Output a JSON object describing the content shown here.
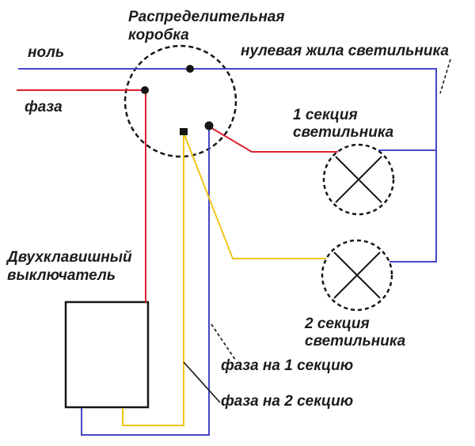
{
  "labels": {
    "junction_box": "Распределительная\nкоробка",
    "neutral_in": "ноль",
    "phase_in": "фаза",
    "lamp_neutral_wire": "нулевая жила светильника",
    "lamp_section1": "1 секция\nсветильника",
    "lamp_section2": "2 секция\nсветильника",
    "switch": "Двухклавишный\nвыключатель",
    "phase_to_section1": "фаза на 1 секцию",
    "phase_to_section2": "фаза на 2 секцию"
  },
  "colors": {
    "neutral_blue": "#4646c8",
    "phase_red": "#dc2130",
    "phase2_yellow": "#f0c419",
    "outline_black": "#161616"
  }
}
